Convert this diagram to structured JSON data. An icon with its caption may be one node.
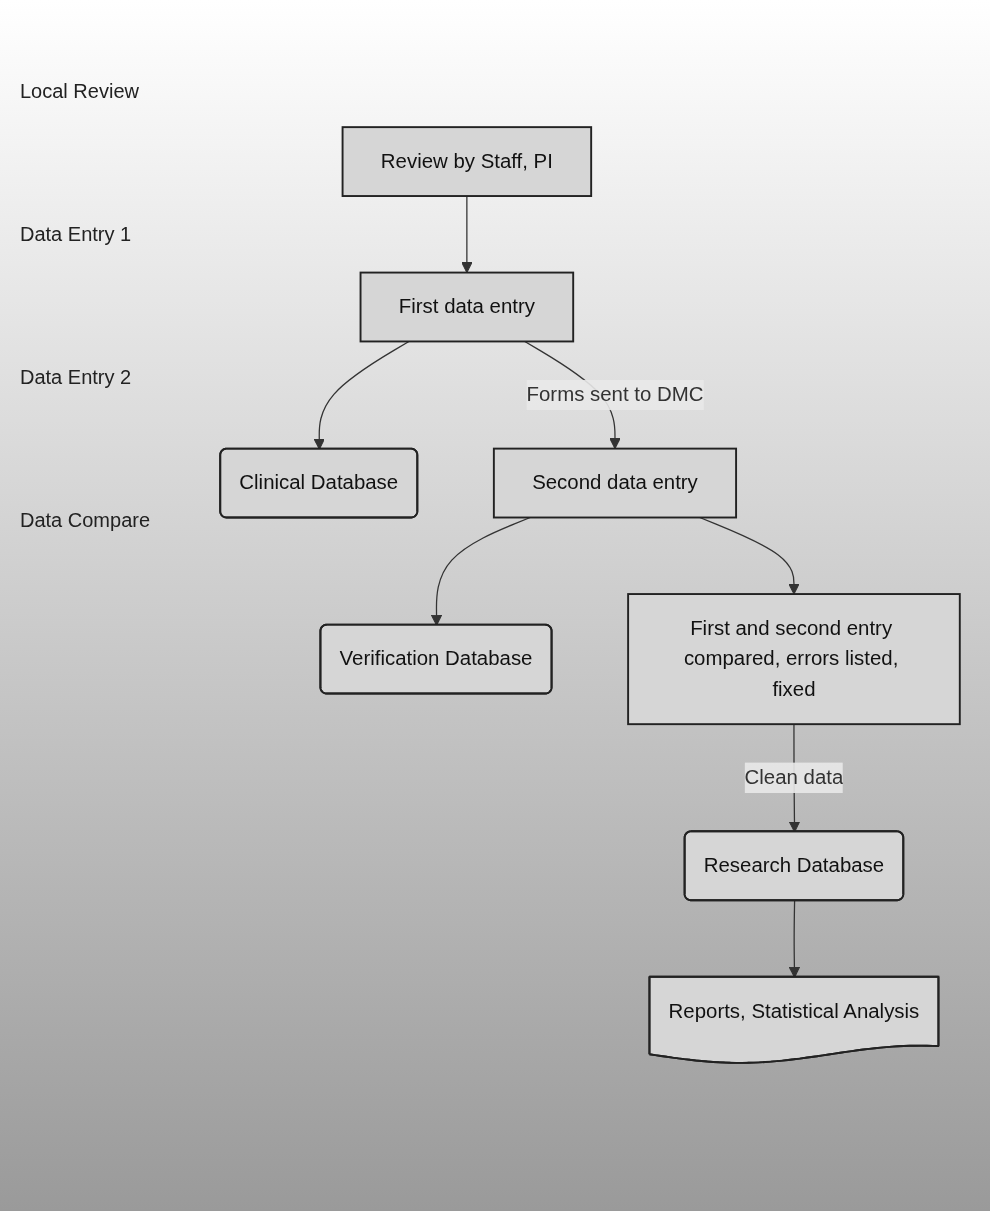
{
  "diagram": {
    "nodes": [
      {
        "text": [
          "Review by Staff, PI"
        ]
      },
      {
        "text": [
          "First data entry"
        ]
      },
      {
        "text": [
          "Clinical Database"
        ]
      },
      {
        "text": [
          "Second data entry"
        ]
      },
      {
        "text": [
          "Verification Database"
        ]
      },
      {
        "text": [
          "First and second entry compared, errors listed, fixed"
        ]
      },
      {
        "text": [
          "Research Database"
        ]
      },
      {
        "text": [
          "Reports, Statistical Analysis"
        ]
      }
    ],
    "edges": [
      {
        "from": 0,
        "to": 1,
        "arrow": "to"
      },
      {
        "from": 1,
        "to": 2,
        "arrow": "to"
      },
      {
        "from": 1,
        "to": 3,
        "arrow": "to",
        "label": "Forms sent to DMC"
      },
      {
        "from": 3,
        "to": 4,
        "arrow": "to"
      },
      {
        "from": 3,
        "to": 5,
        "arrow": "to"
      },
      {
        "from": 5,
        "to": 6,
        "arrow": "to",
        "label": "Clean data"
      },
      {
        "from": 6,
        "to": 7,
        "arrow": "to"
      }
    ],
    "labels": [
      "Local Review",
      "Data Entry 1",
      "Data Entry 2",
      "Data Compare"
    ]
  }
}
